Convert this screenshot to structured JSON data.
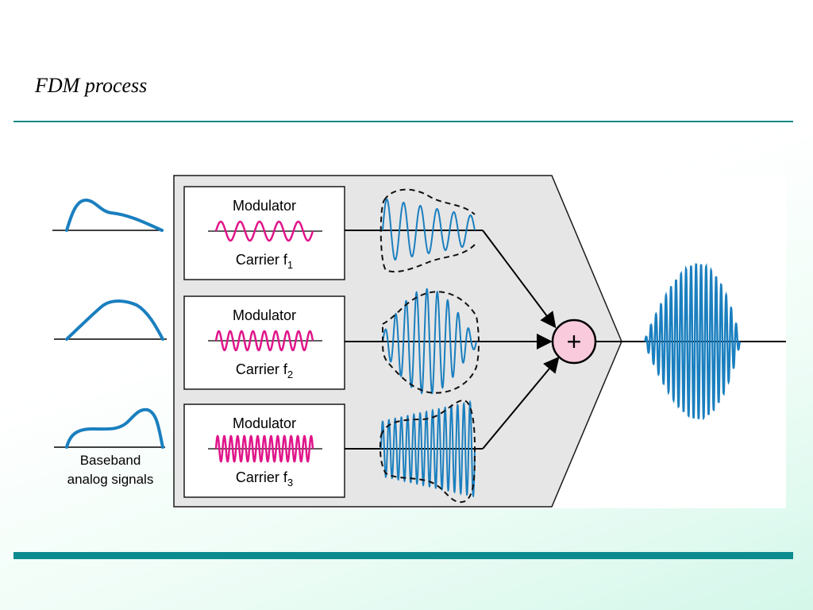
{
  "slide": {
    "title": "FDM process"
  },
  "diagram": {
    "baseband_label_line1": "Baseband",
    "baseband_label_line2": "analog signals",
    "modulators": [
      {
        "label": "Modulator",
        "carrier_text": "Carrier f",
        "carrier_sub": "1"
      },
      {
        "label": "Modulator",
        "carrier_text": "Carrier f",
        "carrier_sub": "2"
      },
      {
        "label": "Modulator",
        "carrier_text": "Carrier f",
        "carrier_sub": "3"
      }
    ],
    "adder_symbol": "+"
  },
  "colors": {
    "accent_teal": "#0b8a8f",
    "signal_blue": "#1a7fbf",
    "carrier_magenta": "#e0158a",
    "adder_fill": "#f9c9dc",
    "panel_gray": "#e6e6e6"
  }
}
